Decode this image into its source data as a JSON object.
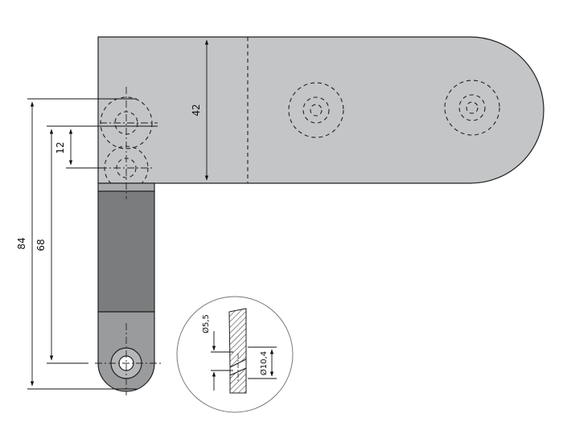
{
  "dimensions": {
    "width_42": "42",
    "height_84": "84",
    "height_68": "68",
    "spacing_12": "12"
  },
  "detail": {
    "hole_diameter": "Ø5,5",
    "countersink_diameter": "Ø10,4"
  },
  "colors": {
    "plate_fill": "#c3c5c7",
    "arm_fill": "#7b7c7e",
    "arm_lower_fill": "#9a9b9d",
    "outline": "#222222"
  }
}
